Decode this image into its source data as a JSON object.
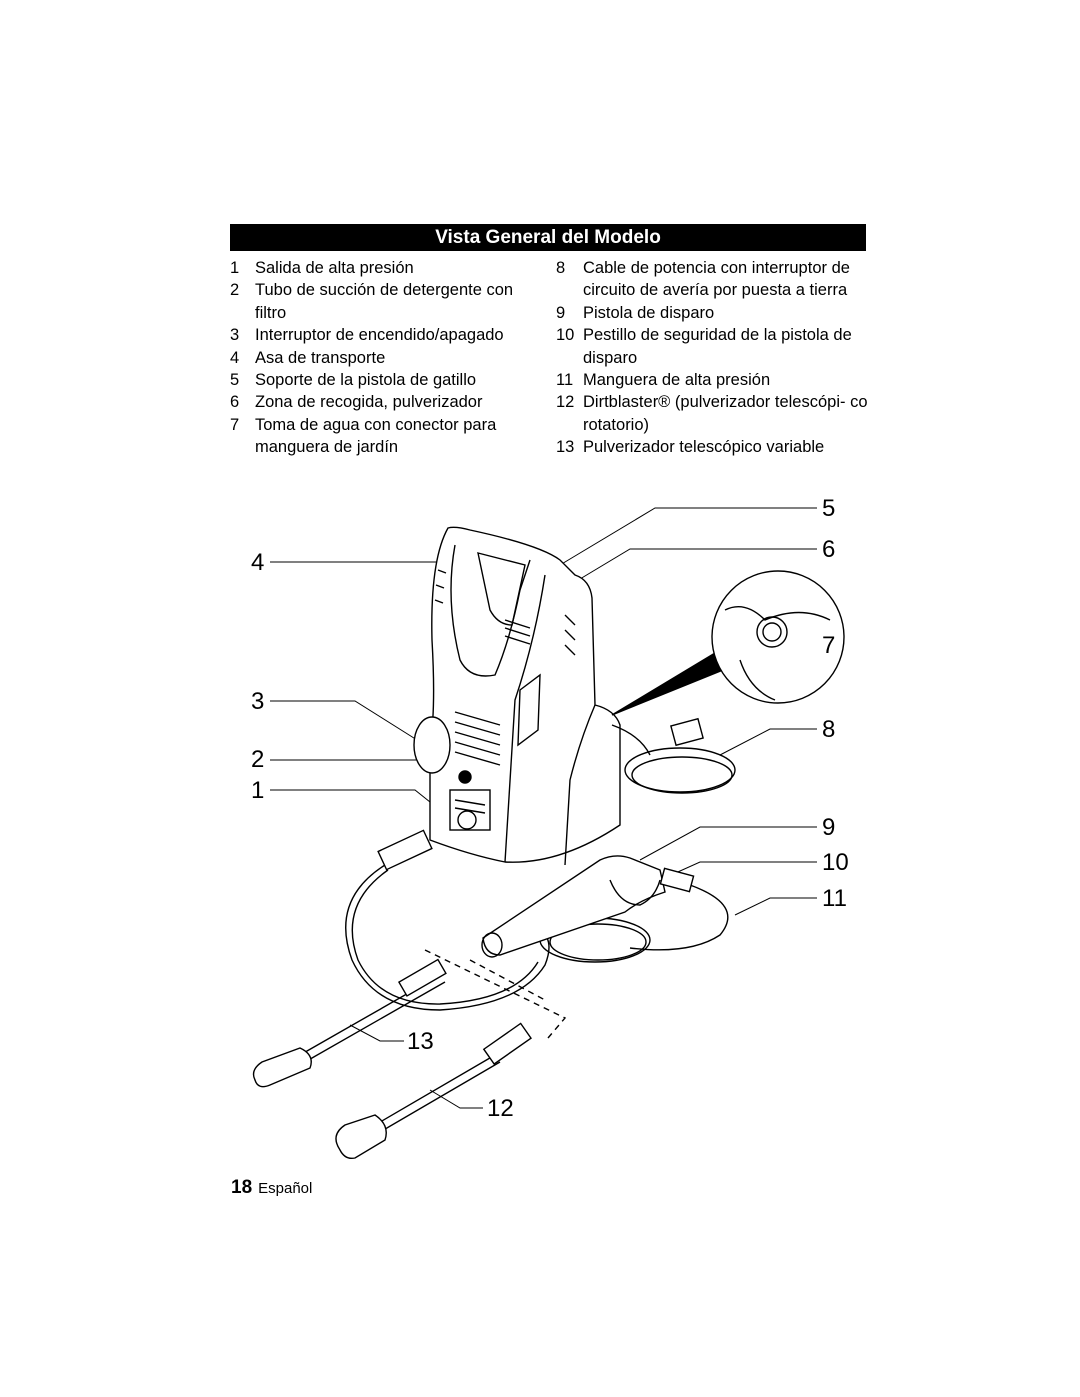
{
  "header": {
    "title": "Vista General del Modelo"
  },
  "legend": {
    "left": [
      {
        "num": "1",
        "text": "Salida de alta presión"
      },
      {
        "num": "2",
        "text": "Tubo de succión de detergente con filtro"
      },
      {
        "num": "3",
        "text": "Interruptor de encendido/apagado"
      },
      {
        "num": "4",
        "text": "Asa de transporte"
      },
      {
        "num": "5",
        "text": "Soporte de la pistola de gatillo"
      },
      {
        "num": "6",
        "text": "Zona de recogida, pulverizador"
      },
      {
        "num": "7",
        "text": "Toma de agua con conector para manguera de jardín"
      }
    ],
    "right": [
      {
        "num": "8",
        "text": "Cable de potencia con interruptor de circuito de avería por puesta a tierra"
      },
      {
        "num": "9",
        "text": "Pistola de disparo"
      },
      {
        "num": "10",
        "text": "Pestillo de seguridad de la pistola de disparo"
      },
      {
        "num": "11",
        "text": "Manguera de alta presión"
      },
      {
        "num": "12",
        "text": "Dirtblaster® (pulverizador telescópi- co rotatorio)"
      },
      {
        "num": "13",
        "text": "Pulverizador telescópico variable"
      }
    ]
  },
  "callouts": [
    "1",
    "2",
    "3",
    "4",
    "5",
    "6",
    "7",
    "8",
    "9",
    "10",
    "11",
    "12",
    "13"
  ],
  "footer": {
    "page_number": "18",
    "language": "Español"
  }
}
